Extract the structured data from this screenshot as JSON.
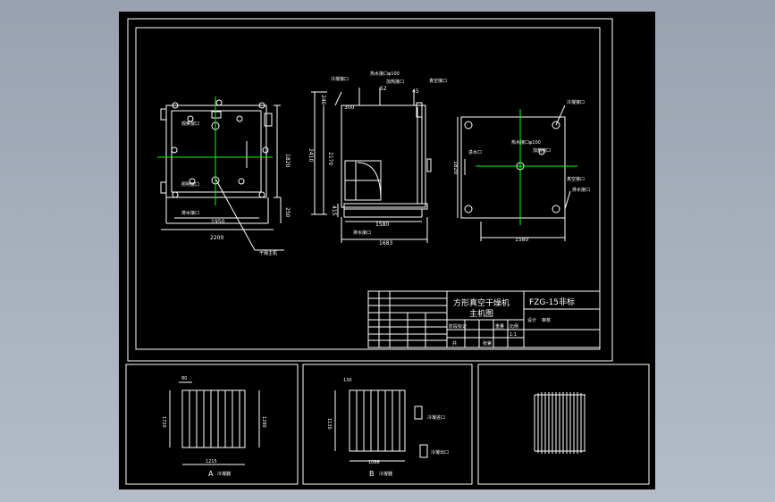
{
  "colors": {
    "background": "#000000",
    "frame": "#ffffff",
    "dim": "#ffffff",
    "centerline": "#00ff00",
    "accent": "#ff2020"
  },
  "main_view": {
    "dim_height": "1820",
    "dim_side": "1950",
    "dim_bottom": "2200",
    "dim_right": "250",
    "label_left_top": "观察窗口",
    "label_left_mid": "照明窗口",
    "label_bottom": "排水接口",
    "label_leader": "干燥主机"
  },
  "side_view": {
    "dim_240": "240",
    "dim_2410": "2410",
    "dim_2170": "2170",
    "dim_300": "300",
    "dim_52": "52",
    "dim_45": "45",
    "dim_1580": "1580",
    "dim_1683": "1683",
    "dim_415": "415",
    "label_top_left": "冷凝接口",
    "label_top_mid": "热水接口φ100",
    "label_top_mid2": "加热接口",
    "label_top_right": "真空接口",
    "label_bottom": "排水接口"
  },
  "right_view": {
    "dim_height": "1820",
    "dim_width": "1580",
    "label_top": "真空接口",
    "label_mid": "热水接口φ100",
    "label_mid2": "加热接口",
    "label_left": "进水口",
    "label_right": "冷凝接口",
    "label_bottom": "排水接口"
  },
  "title_block": {
    "title_line1": "方形真空干燥机",
    "title_line2": "主机图",
    "code": "FZG-15非标",
    "designer": "设计",
    "checker": "审核",
    "scale_label": "比例",
    "scale": "1:1",
    "weight": "重量",
    "stage": "阶段标记",
    "qty": "共",
    "sheet": "张第"
  },
  "detail_a": {
    "dim_top": "80",
    "dim_left": "1720",
    "dim_right": "1280",
    "dim_bottom": "1215",
    "label": "A",
    "sub": "冷凝器"
  },
  "detail_b": {
    "dim_top": "130",
    "dim_left": "1130",
    "dim_bottom": "1086",
    "label_in": "冷凝进口",
    "label_out": "冷凝出口",
    "label": "B",
    "sub": "冷凝器"
  }
}
